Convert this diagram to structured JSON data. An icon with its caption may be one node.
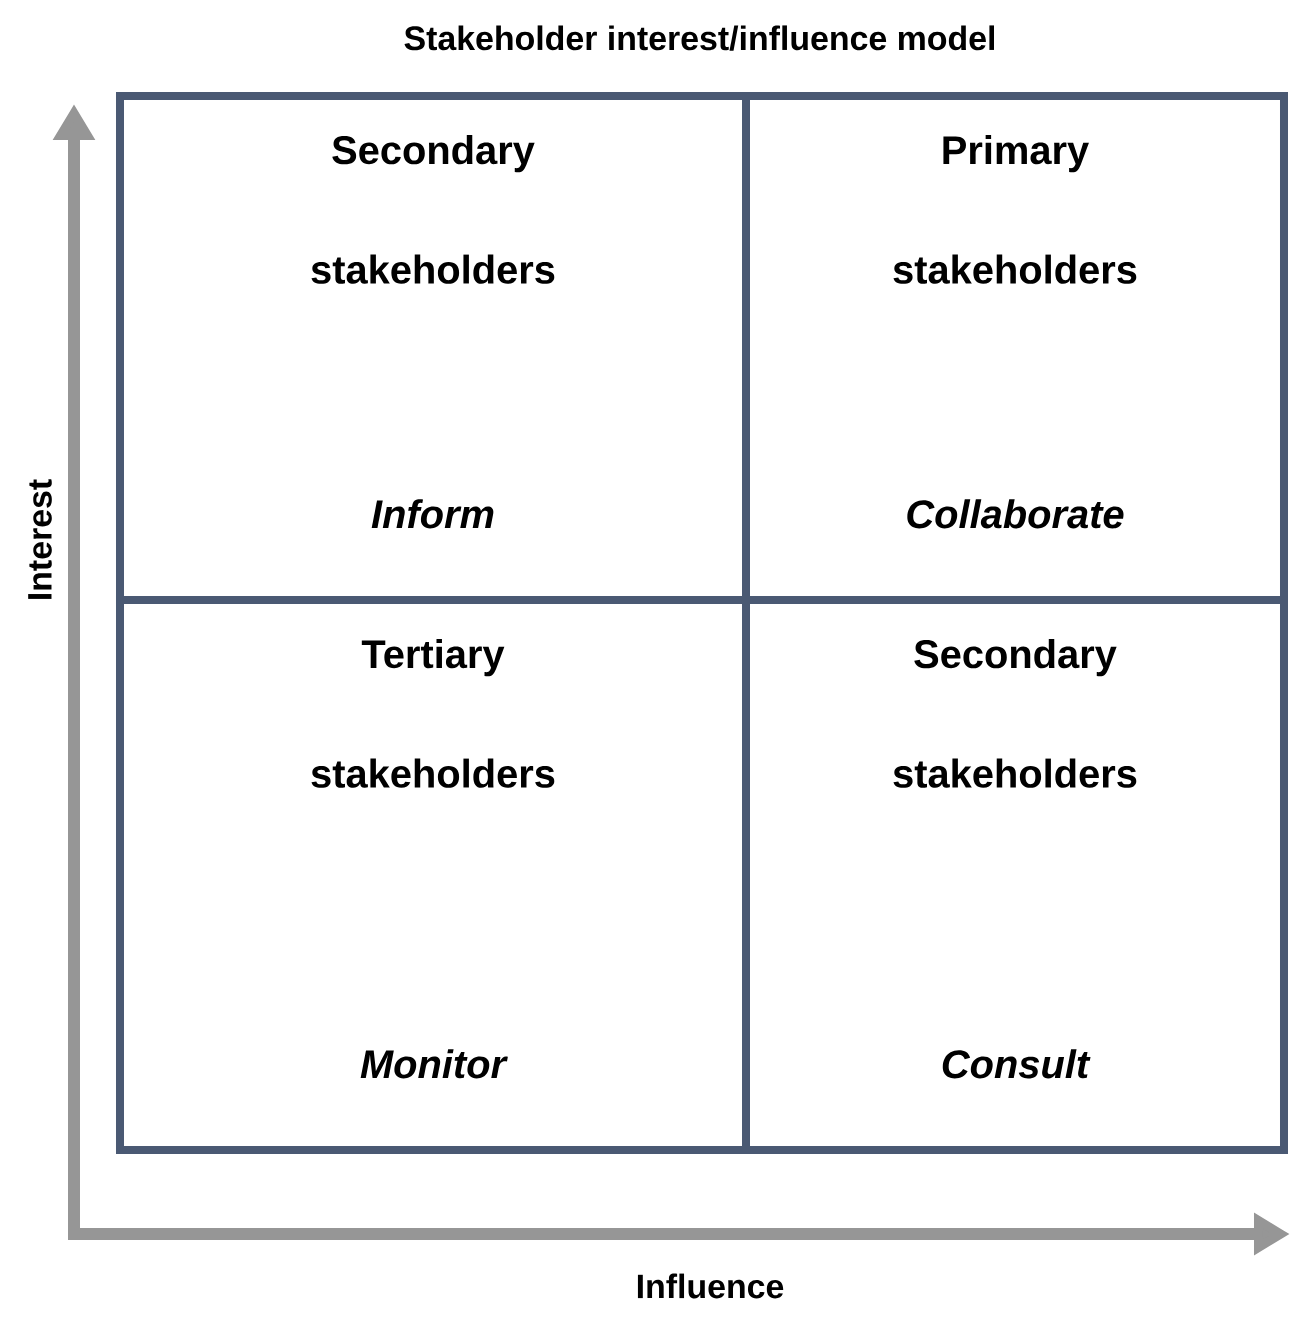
{
  "diagram": {
    "title": "Stakeholder interest/influence model",
    "nodes": [
      {
        "text": [
          "Secondary stakeholders",
          "Inform"
        ]
      },
      {
        "text": [
          "Primary stakeholders",
          "Collaborate"
        ]
      },
      {
        "text": [
          "Tertiary stakeholders",
          "Monitor"
        ]
      },
      {
        "text": [
          "Secondary stakeholders",
          "Consult"
        ]
      }
    ],
    "labels": [
      "Interest",
      "Influence"
    ]
  }
}
